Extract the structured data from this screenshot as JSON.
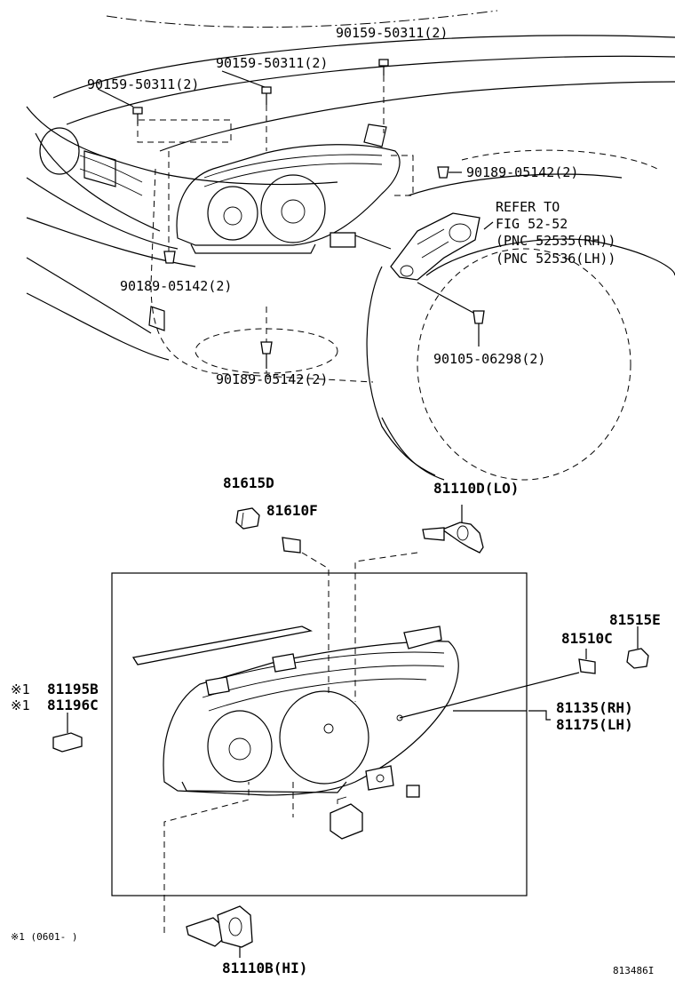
{
  "labels": {
    "bolt_top_right": "90159-50311(2)",
    "bolt_top_mid": "90159-50311(2)",
    "bolt_top_left": "90159-50311(2)",
    "clip_right": "90189-05142(2)",
    "refer_to": "REFER TO",
    "fig_ref": "FIG 52-52",
    "pnc_rh": "(PNC 52535(RH))",
    "pnc_lh": "(PNC 52536(LH))",
    "clip_left": "90189-05142(2)",
    "bolt_bracket": "90105-06298(2)",
    "clip_bottom": "90189-05142(2)",
    "p81615d": "81615D",
    "p81610f": "81610F",
    "p81110d": "81110D(LO)",
    "p81515e": "81515E",
    "p81510c": "81510C",
    "note_mark_1": "※1",
    "p81195b": "81195B",
    "note_mark_2": "※1",
    "p81196c": "81196C",
    "p81135": "81135(RH)",
    "p81175": "81175(LH)",
    "footnote": "※1 (0601-    )",
    "p81110b": "81110B(HI)",
    "figure_id": "813486I"
  },
  "icons": {
    "bolt": "bolt-icon",
    "clip": "clip-icon",
    "bulb": "bulb-icon",
    "socket": "socket-icon",
    "bracket": "bracket-icon",
    "headlamp": "headlamp-assembly"
  }
}
